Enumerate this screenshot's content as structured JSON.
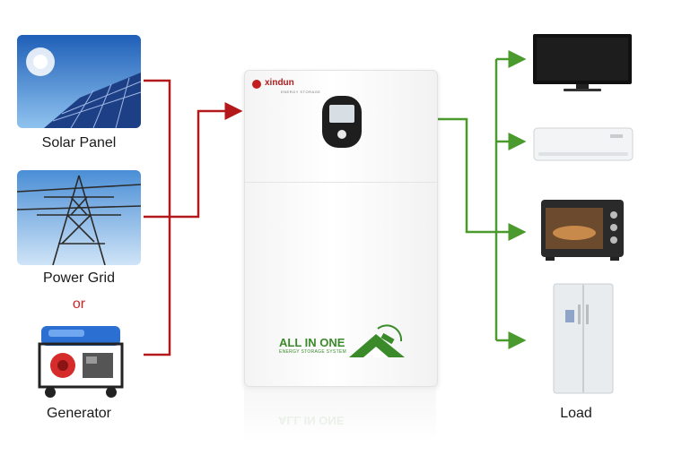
{
  "sources": [
    {
      "name": "solar-panel",
      "label": "Solar  Panel"
    },
    {
      "name": "power-grid",
      "label": "Power Grid"
    },
    {
      "name": "generator",
      "label": "Generator"
    }
  ],
  "or_text": "or",
  "unit": {
    "brand": "xindun",
    "brand_sub": "ENERGY STORAGE",
    "title": "ALL IN ONE",
    "subtitle": "ENERGY STORAGE SYSTEM"
  },
  "load_label": "Load",
  "loads": [
    "television-icon",
    "air-conditioner-icon",
    "oven-icon",
    "refrigerator-icon"
  ],
  "colors": {
    "input_wire": "#b3191b",
    "output_wire": "#4a9a2e",
    "or": "#d0262a"
  }
}
